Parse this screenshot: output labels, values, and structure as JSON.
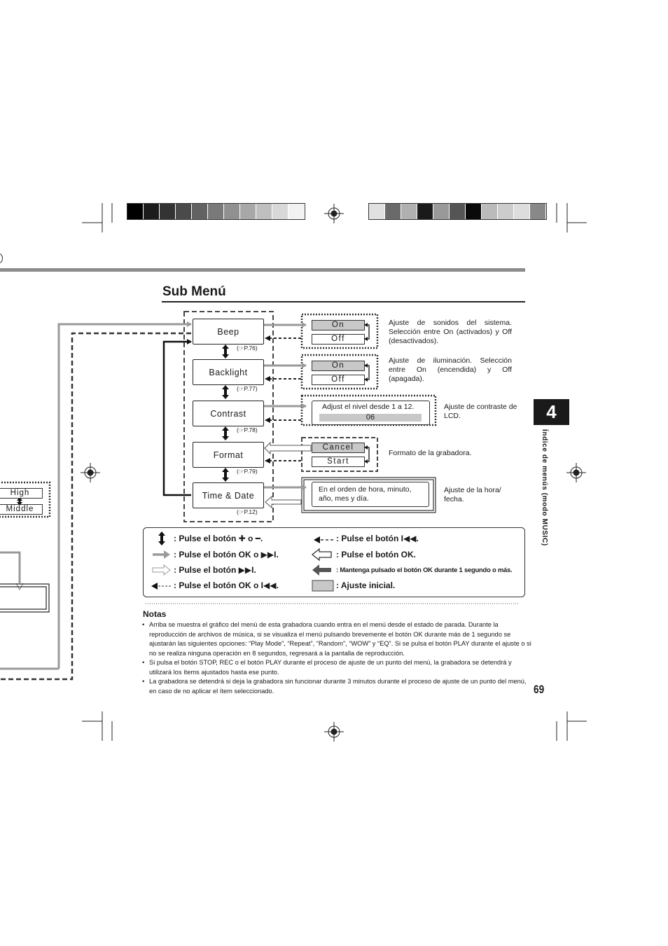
{
  "header": {
    "strip_left_colors": [
      "#000000",
      "#1c1c1c",
      "#333333",
      "#4a4a4a",
      "#626262",
      "#797979",
      "#909090",
      "#a8a8a8",
      "#bfbfbf",
      "#d8d8d8",
      "#f2f2f2"
    ],
    "strip_right_colors": [
      "#e0e0e0",
      "#6a6a6a",
      "#b0b0b0",
      "#1a1a1a",
      "#999999",
      "#555555",
      "#0a0a0a",
      "#bbbbbb",
      "#cccccc",
      "#dddddd",
      "#888888"
    ]
  },
  "section": {
    "title": "Sub Menú"
  },
  "chapter": {
    "number": "4",
    "side_text": "Índice de menús (modo MUSIC)"
  },
  "left_fragment": {
    "high": "High",
    "middle": "Middle"
  },
  "menu": {
    "items": [
      {
        "label": "Beep",
        "ref": "(☞P.76)"
      },
      {
        "label": "Backlight",
        "ref": "(☞P.77)"
      },
      {
        "label": "Contrast",
        "ref": "(☞P.78)"
      },
      {
        "label": "Format",
        "ref": "(☞P.79)"
      },
      {
        "label": "Time & Date",
        "ref": "(☞P.12)"
      }
    ]
  },
  "options": {
    "beep": {
      "on": "On",
      "off": "Off",
      "desc": "Ajuste de sonidos del sistema. Selección entre On (activados) y Off (desactivados)."
    },
    "backlight": {
      "on": "On",
      "off": "Off",
      "desc": "Ajuste de iluminación. Selección entre On (encendida) y Off (apagada)."
    },
    "contrast": {
      "prompt": "Adjust el nivel desde 1 a 12.",
      "value": "06",
      "desc": "Ajuste de contraste de LCD."
    },
    "format": {
      "cancel": "Cancel",
      "start": "Start",
      "desc": "Formato de la grabadora."
    },
    "time": {
      "prompt": "En el orden de hora, minuto, año, mes y día.",
      "desc": "Ajuste de la hora/ fecha."
    }
  },
  "legend": {
    "items": [
      {
        "text": ": Pulse el botón ✚ o ━."
      },
      {
        "text": ": Pulse el botón OK o ▶▶I."
      },
      {
        "text": ": Pulse el botón  ▶▶I."
      },
      {
        "text": ": Pulse el botón OK o I◀◀."
      },
      {
        "text": ": Pulse el botón I◀◀."
      },
      {
        "text": ": Pulse el botón OK."
      },
      {
        "text": ": Mantenga pulsado el botón OK durante 1 segundo o más."
      },
      {
        "text": ": Ajuste inicial."
      }
    ]
  },
  "notes": {
    "title": "Notas",
    "items": [
      "Arriba se muestra el gráfico del menú de esta grabadora cuando entra en el menú desde el estado de parada. Durante la reproducción de archivos de música, si se visualiza el menú pulsando brevemente el botón OK durante más de 1 segundo se ajustarán las siguientes opciones: “Play Mode”, “Repeat”, “Random”, “WOW” y “EQ”. Si se pulsa el botón PLAY durante el ajuste o si no se realiza ninguna operación en 8 segundos, regresará a la pantalla de reproducción.",
      "Si pulsa el botón STOP, REC o el botón PLAY  durante el proceso de ajuste de un punto del menú, la grabadora se detendrá y utilizará los ítems ajustados hasta ese punto.",
      "La grabadora se detendrá si deja la grabadora sin funcionar durante 3 minutos durante el proceso de ajuste de un punto del menú, en caso de no aplicar el ítem seleccionado."
    ]
  },
  "page": {
    "number": "69"
  }
}
